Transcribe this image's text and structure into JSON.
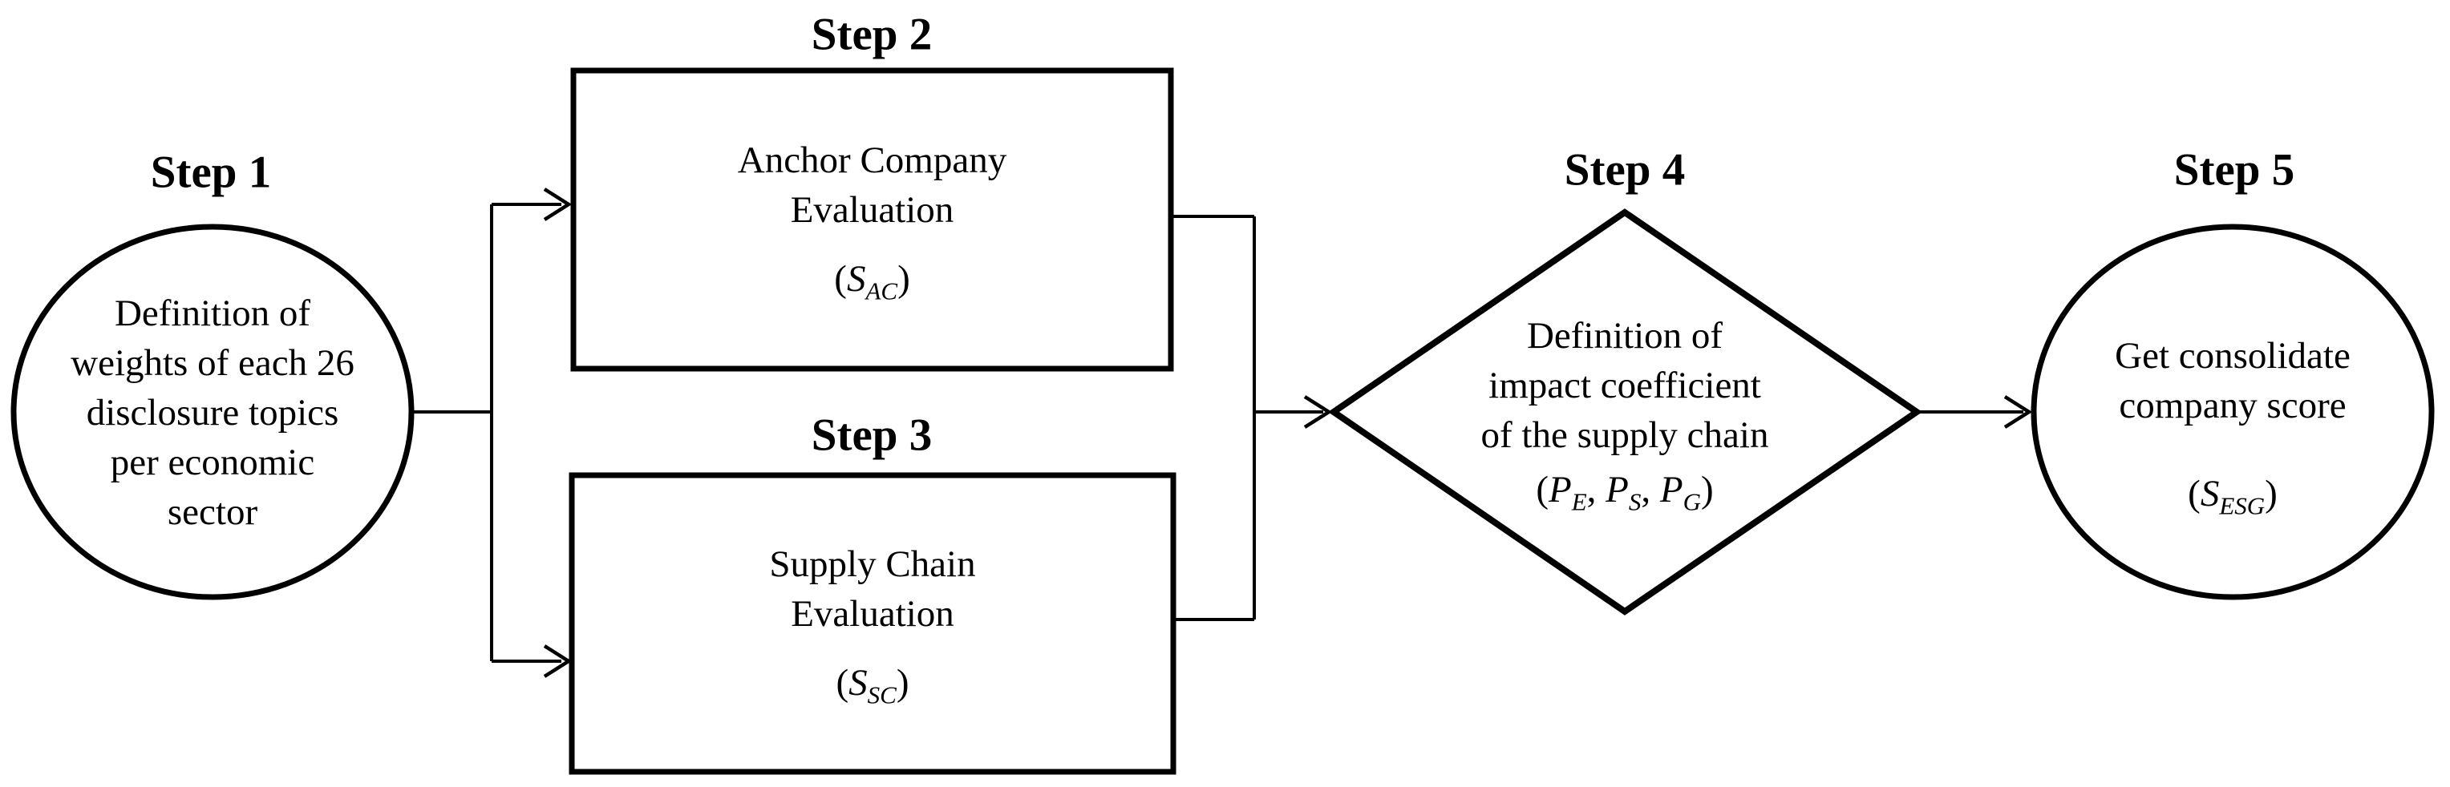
{
  "figure": {
    "background": "#ffffff",
    "ink": "#000000",
    "type": "flowchart"
  },
  "steps": [
    {
      "heading": "Step 1",
      "shape": "ellipse",
      "lines": [
        "Definition of",
        "weights of each 26",
        "disclosure topics",
        "per economic",
        "sector"
      ]
    },
    {
      "heading": "Step 2",
      "shape": "rectangle",
      "lines": [
        "Anchor Company",
        "Evaluation"
      ],
      "formula": {
        "open": "(",
        "base": "S",
        "sub": "AC",
        "close": ")"
      }
    },
    {
      "heading": "Step 3",
      "shape": "rectangle",
      "lines": [
        "Supply Chain",
        "Evaluation"
      ],
      "formula": {
        "open": "(",
        "base": "S",
        "sub": "SC",
        "close": ")"
      }
    },
    {
      "heading": "Step 4",
      "shape": "diamond",
      "lines": [
        "Definition of",
        "impact coefficient",
        "of the supply chain"
      ],
      "formula": {
        "open": "(",
        "terms": [
          {
            "base": "P",
            "sub": "E"
          },
          {
            "base": "P",
            "sub": "S"
          },
          {
            "base": "P",
            "sub": "G"
          }
        ],
        "separator": ", ",
        "close": ")"
      }
    },
    {
      "heading": "Step 5",
      "shape": "ellipse",
      "lines": [
        "Get consolidate",
        "company score"
      ],
      "formula": {
        "open": "(",
        "base": "S",
        "sub": "ESG",
        "close": ")"
      }
    }
  ]
}
